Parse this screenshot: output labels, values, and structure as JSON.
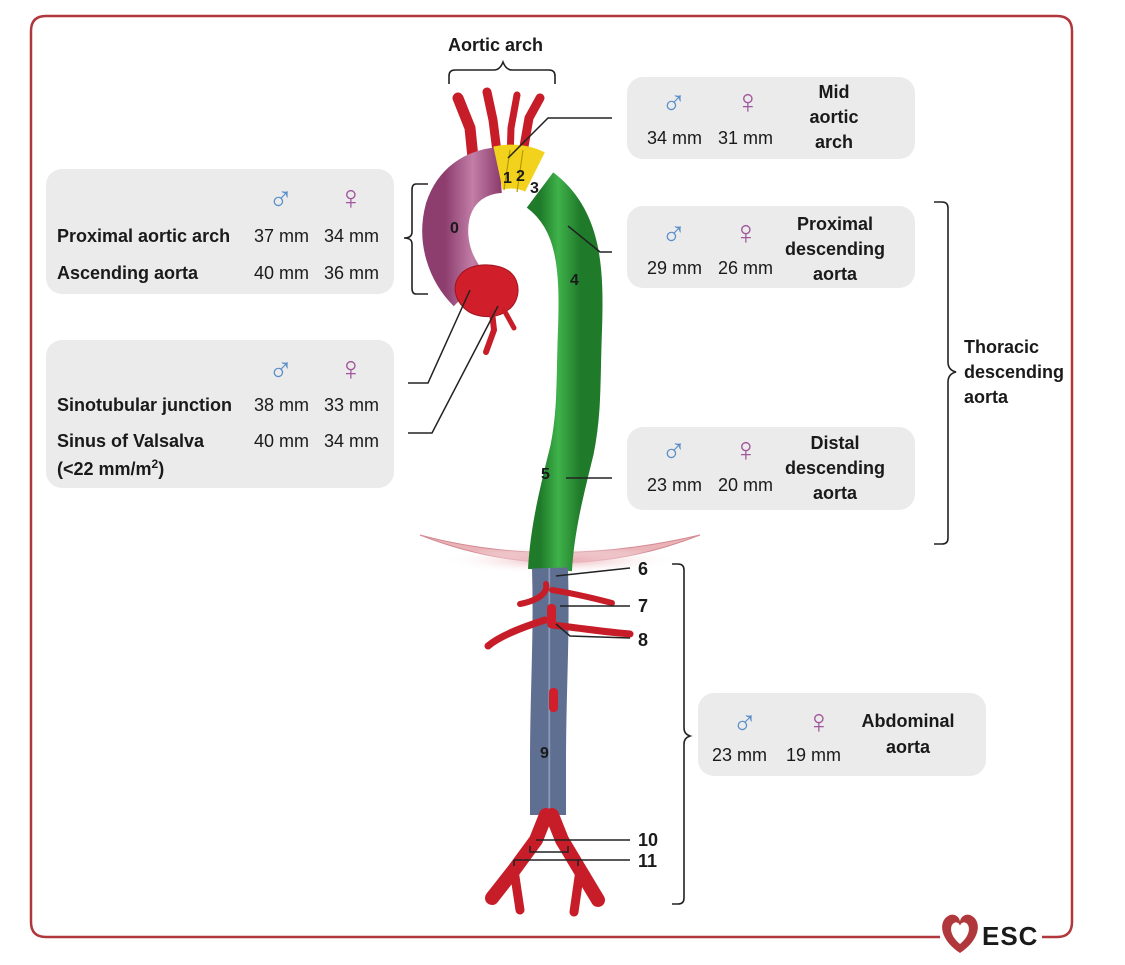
{
  "header": {
    "aortic_arch": "Aortic arch"
  },
  "symbols": {
    "male": "♂",
    "female": "♀"
  },
  "colors": {
    "frame": "#b0383d",
    "box": "#ebebeb",
    "male": "#5b8fc9",
    "female": "#a0569b",
    "seg0": "#a85a8a",
    "seg_arch": "#f2d21c",
    "seg_desc": "#2f9a3a",
    "seg_abd": "#7f8fb0",
    "artery": "#d01f2a"
  },
  "boxes": {
    "mid_arch": {
      "label": [
        "Mid",
        "aortic",
        "arch"
      ],
      "male": "34 mm",
      "female": "31 mm"
    },
    "prox_desc": {
      "label": [
        "Proximal",
        "descending",
        "aorta"
      ],
      "male": "29 mm",
      "female": "26 mm"
    },
    "distal_desc": {
      "label": [
        "Distal",
        "descending",
        "aorta"
      ],
      "male": "23 mm",
      "female": "20 mm"
    },
    "abdominal": {
      "label": [
        "Abdominal",
        "aorta"
      ],
      "male": "23 mm",
      "female": "19 mm"
    },
    "prox_arch_asc": {
      "rows": [
        {
          "label": "Proximal aortic arch",
          "male": "37 mm",
          "female": "34 mm"
        },
        {
          "label": "Ascending aorta",
          "male": "40 mm",
          "female": "36 mm"
        }
      ]
    },
    "stj_sinus": {
      "rows": [
        {
          "label": "Sinotubular junction",
          "male": "38 mm",
          "female": "33 mm"
        },
        {
          "label": "Sinus of Valsalva",
          "male": "40 mm",
          "female": "34 mm"
        }
      ],
      "note_prefix": "(<22 mm/m",
      "note_sup": "2",
      "note_suffix": ")"
    }
  },
  "thoracic_label": [
    "Thoracic",
    "descending",
    "aorta"
  ],
  "segments": [
    "0",
    "1",
    "2",
    "3",
    "4",
    "5",
    "6",
    "7",
    "8",
    "9",
    "10",
    "11"
  ],
  "logo": "ESC"
}
